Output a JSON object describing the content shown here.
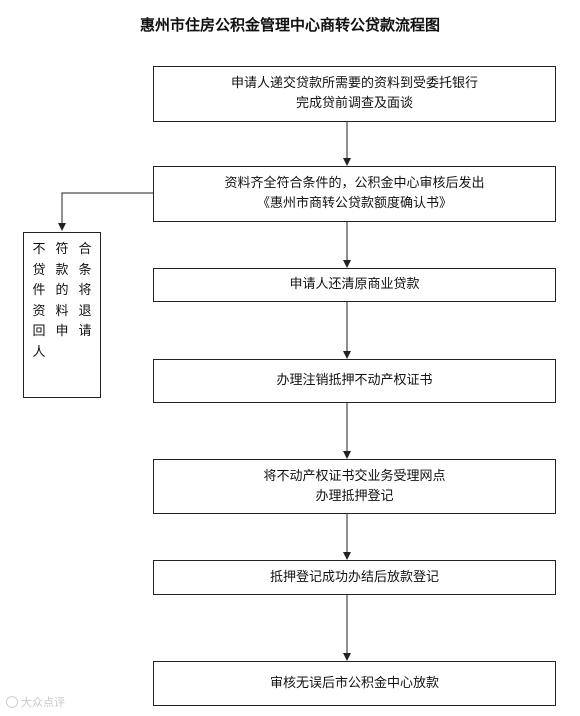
{
  "title": "惠州市住房公积金管理中心商转公贷款流程图",
  "steps": [
    {
      "line1": "申请人递交贷款所需要的资料到受委托银行",
      "line2": "完成贷前调查及面谈"
    },
    {
      "line1": "资料齐全符合条件的，公积金中心审核后发出",
      "line2": "《惠州市商转公贷款额度确认书》"
    },
    {
      "line1": "申请人还清原商业贷款"
    },
    {
      "line1": "办理注销抵押不动产权证书"
    },
    {
      "line1": "将不动产权证书交业务受理网点",
      "line2": "办理抵押登记"
    },
    {
      "line1": "抵押登记成功办结后放款登记"
    },
    {
      "line1": "审核无误后市公积金中心放款"
    }
  ],
  "side_note": {
    "col1": "不贷件资回人",
    "col2": "符款的料申",
    "col3": "合条将退请"
  },
  "watermark": {
    "text": "大众点评",
    "icon": "watermark-logo-icon"
  },
  "colors": {
    "line": "#222222",
    "background": "#ffffff"
  }
}
